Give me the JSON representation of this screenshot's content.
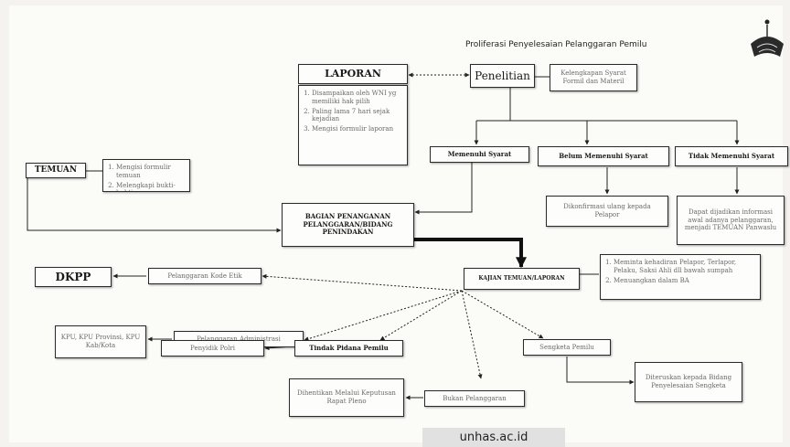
{
  "title": "Proliferasi Penyelesaian Pelanggaran Pemilu",
  "nodes": {
    "laporan": {
      "label": "LAPORAN"
    },
    "laporan_list": {
      "items": [
        "Disampaikan oleh WNI yg memiliki hak pilih",
        "Paling lama 7 hari sejak kejadian",
        "Mengisi formulir laporan"
      ]
    },
    "penelitian": {
      "label": "Penelitian"
    },
    "kelengkapan": {
      "label": "Kelengkapan Syarat Formil dan Materil"
    },
    "memenuhi": {
      "label": "Memenuhi Syarat"
    },
    "belum_memenuhi": {
      "label": "Belum Memenuhi Syarat"
    },
    "tidak_memenuhi": {
      "label": "Tidak Memenuhi Syarat"
    },
    "dikonfirmasi": {
      "label": "Dikonfirmasi ulang kepada Pelapor"
    },
    "temuan": {
      "label": "TEMUAN"
    },
    "temuan_list": {
      "items": [
        "Mengisi formulir temuan",
        "Melengkapi bukti-bukti"
      ]
    },
    "bagian": {
      "label": "BAGIAN PENANGANAN PELANGGARAN/BIDANG PENINDAKAN"
    },
    "dapat": {
      "label": "Dapat dijadikan informasi awal adanya pelanggaran, menjadi TEMUAN Panwaslu"
    },
    "kajian": {
      "label": "KAJIAN TEMUAN/LAPORAN"
    },
    "kajian_list": {
      "items": [
        "Meminta kehadiran Pelapor, Terlapor, Pelaku, Saksi Ahli dll bawah sumpah",
        "Menuangkan dalam BA"
      ]
    },
    "dkpp": {
      "label": "DKPP"
    },
    "kode_etik": {
      "label": "Pelanggaran Kode Etik"
    },
    "kpu": {
      "label": "KPU, KPU Provinsi, KPU Kab/Kota"
    },
    "administrasi": {
      "label": "Pelanggaran Administrasi"
    },
    "penyidik": {
      "label": "Penyidik Polri"
    },
    "pidana": {
      "label": "Tindak Pidana Pemilu"
    },
    "sengketa": {
      "label": "Sengketa Pemilu"
    },
    "diteruskan": {
      "label": "Diteruskan kepada Bidang Penyelesaian Sengketa"
    },
    "dihentikan": {
      "label": "Dihentikan Melalui Keputusan Rapat Pleno"
    },
    "bukan": {
      "label": "Bukan Pelanggaran"
    }
  },
  "watermark": "unhas.ac.id"
}
